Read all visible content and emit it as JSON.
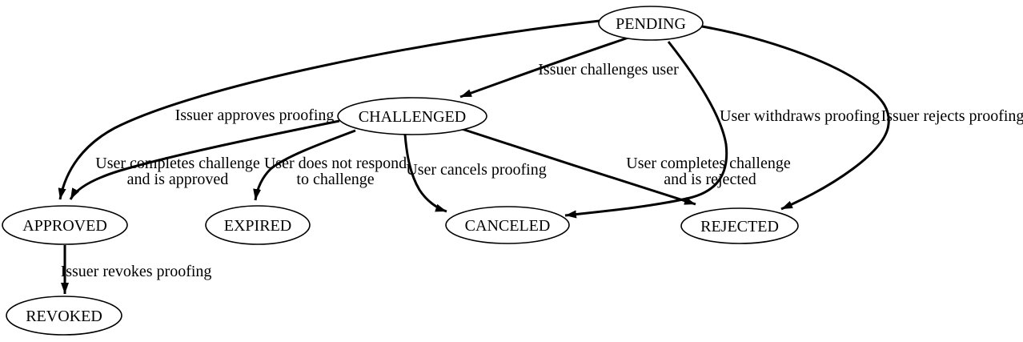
{
  "diagram": {
    "type": "state-transition-graph",
    "background_color": "#ffffff",
    "stroke_color": "#000000",
    "text_color": "#000000",
    "nodes": [
      {
        "id": "pending",
        "label": "PENDING"
      },
      {
        "id": "challenged",
        "label": "CHALLENGED"
      },
      {
        "id": "approved",
        "label": "APPROVED"
      },
      {
        "id": "expired",
        "label": "EXPIRED"
      },
      {
        "id": "canceled",
        "label": "CANCELED"
      },
      {
        "id": "rejected",
        "label": "REJECTED"
      },
      {
        "id": "revoked",
        "label": "REVOKED"
      }
    ],
    "edges": [
      {
        "from": "PENDING",
        "to": "CHALLENGED",
        "label": "Issuer challenges user"
      },
      {
        "from": "PENDING",
        "to": "APPROVED",
        "label": "Issuer approves proofing"
      },
      {
        "from": "PENDING",
        "to": "CANCELED",
        "label": "User withdraws proofing"
      },
      {
        "from": "PENDING",
        "to": "REJECTED",
        "label": "Issuer rejects proofing"
      },
      {
        "from": "CHALLENGED",
        "to": "APPROVED",
        "label": "User completes challenge and is approved",
        "label_lines": [
          "User completes challenge",
          "and is approved"
        ]
      },
      {
        "from": "CHALLENGED",
        "to": "EXPIRED",
        "label": "User does not respond to challenge",
        "label_lines": [
          "User does not respond",
          "to challenge"
        ]
      },
      {
        "from": "CHALLENGED",
        "to": "CANCELED",
        "label": "User cancels proofing"
      },
      {
        "from": "CHALLENGED",
        "to": "REJECTED",
        "label": "User completes challenge and is rejected",
        "label_lines": [
          "User completes challenge",
          "and is rejected"
        ]
      },
      {
        "from": "APPROVED",
        "to": "REVOKED",
        "label": "Issuer revokes proofing"
      }
    ]
  }
}
